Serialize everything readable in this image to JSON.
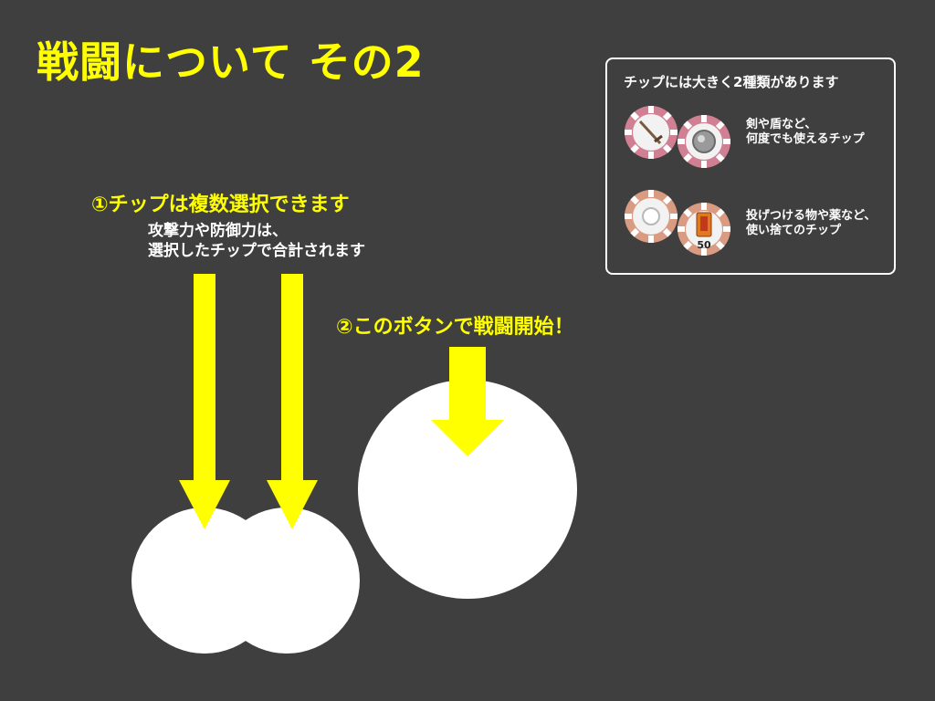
{
  "title": "戦闘について その2",
  "step1": {
    "label": "①チップは複数選択できます",
    "note_line1": "攻撃力や防御力は、",
    "note_line2": "選択したチップで合計されます"
  },
  "step2": {
    "label": "②このボタンで戦闘開始！"
  },
  "panel": {
    "title": "チップには大きく2種類があります",
    "row1": {
      "line1": "剣や盾など、",
      "line2": "何度でも使えるチップ",
      "chip1_icon": "sword-icon",
      "chip2_icon": "shield-icon",
      "chip_color": "#d17f93"
    },
    "row2": {
      "line1": "投げつける物や薬など、",
      "line2": "使い捨てのチップ",
      "chip1_icon": "stone-icon",
      "chip2_icon": "medicine-bottle-icon",
      "chip2_count": "50",
      "chip_color": "#d99c83"
    }
  },
  "colors": {
    "background": "#3f3f3f",
    "accent": "#ffff00",
    "text": "#ffffff"
  }
}
